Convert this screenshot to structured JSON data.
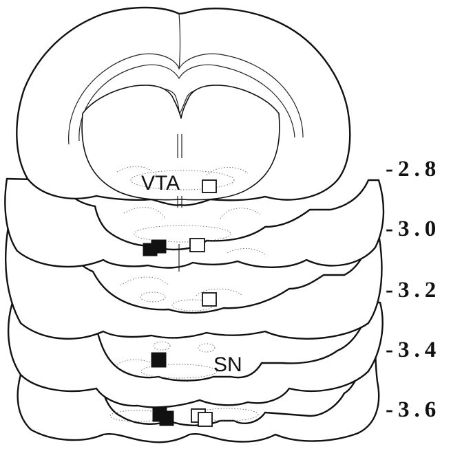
{
  "figure": {
    "region_labels": {
      "vta": "VTA",
      "sn": "SN"
    },
    "levels": [
      {
        "id": "l28",
        "label": "-2.8"
      },
      {
        "id": "l30",
        "label": "-3.0"
      },
      {
        "id": "l32",
        "label": "-3.2"
      },
      {
        "id": "l34",
        "label": "-3.4"
      },
      {
        "id": "l36",
        "label": "-3.6"
      }
    ],
    "marker_legend": {
      "filled": "filled square",
      "open": "open square"
    },
    "colors": {
      "ink": "#111111",
      "background": "#ffffff",
      "dotted_structure": "#666666"
    }
  }
}
